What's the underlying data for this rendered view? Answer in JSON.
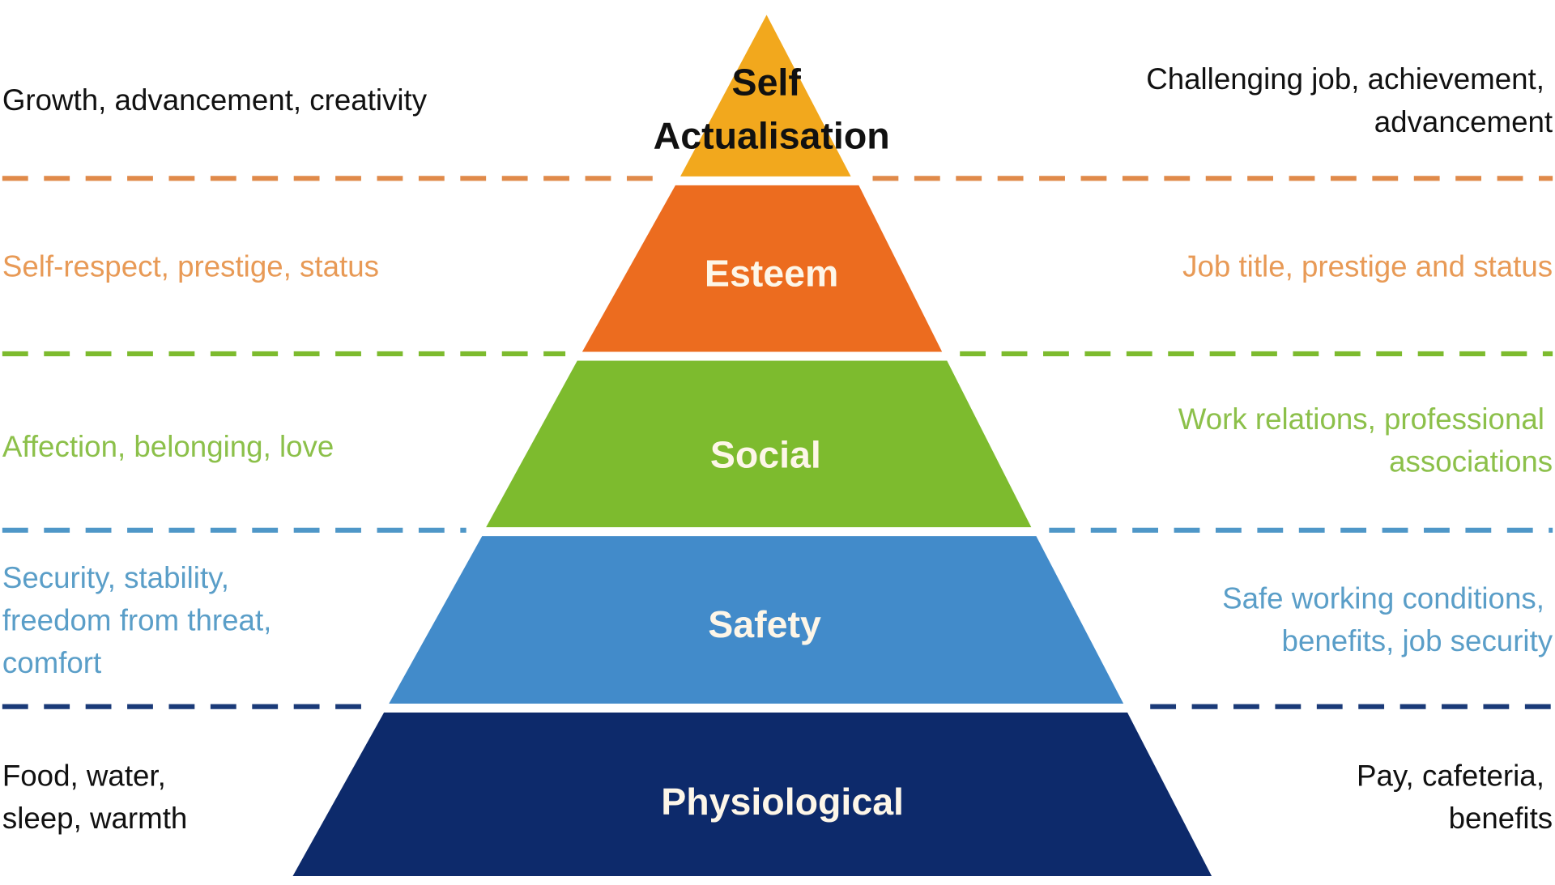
{
  "title": "Maslow's hierarchy of needs",
  "colors": {
    "self_actualisation": "#f2a81d",
    "esteem": "#ec6c1f",
    "social": "#7dbb2e",
    "safety": "#428bca",
    "physiological": "#0d2a6b",
    "esteem_text": "#e89a56",
    "social_text": "#8cc04a",
    "safety_text": "#5a9ec8",
    "dark_text": "#111111"
  },
  "levels": [
    {
      "name_lines": [
        "Self",
        "Actualisation"
      ],
      "left_lines": [
        "Growth, advancement, creativity"
      ],
      "right_lines": [
        "Challenging job, achievement,",
        "advancement"
      ]
    },
    {
      "name_lines": [
        "Esteem"
      ],
      "left_lines": [
        "Self-respect, prestige, status"
      ],
      "right_lines": [
        "Job title, prestige and status"
      ]
    },
    {
      "name_lines": [
        "Social"
      ],
      "left_lines": [
        "Affection, belonging, love"
      ],
      "right_lines": [
        "Work relations, professional",
        "associations"
      ]
    },
    {
      "name_lines": [
        "Safety"
      ],
      "left_lines": [
        "Security, stability,",
        "freedom from threat,",
        "comfort"
      ],
      "right_lines": [
        "Safe working conditions,",
        "benefits, job security"
      ]
    },
    {
      "name_lines": [
        "Physiological"
      ],
      "left_lines": [
        "Food, water,",
        "sleep, warmth"
      ],
      "right_lines": [
        "Pay, cafeteria,",
        "benefits"
      ]
    }
  ]
}
